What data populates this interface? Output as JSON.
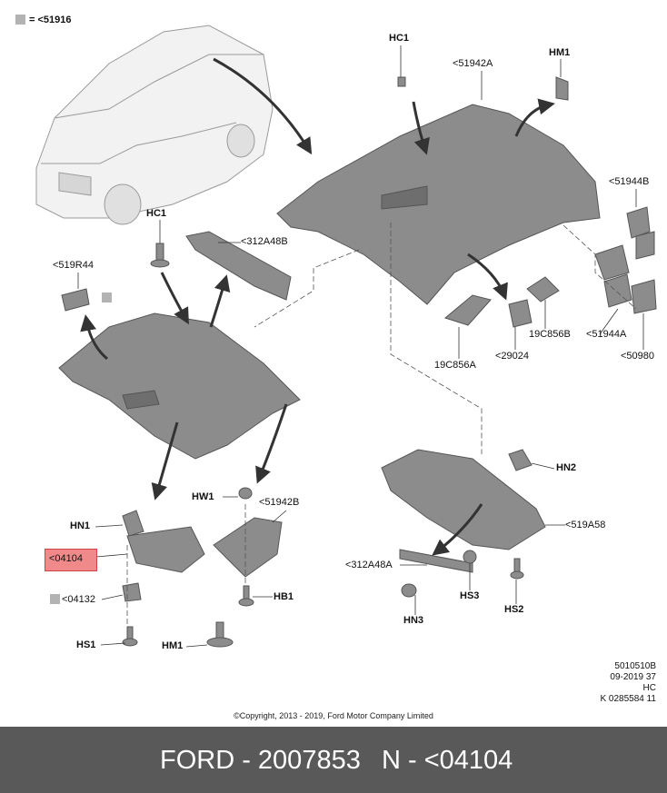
{
  "legend": {
    "text": "= <51916"
  },
  "labels": {
    "hc1_top": "HC1",
    "p51942a": "<51942A",
    "hm1_top": "HM1",
    "p51944b": "<51944B",
    "hc1_left": "HC1",
    "p312a48b": "<312A48B",
    "p519r44": "<519R44",
    "p19c856b": "19C856B",
    "p29024": "<29024",
    "p51944a": "<51944A",
    "p50980": "<50980",
    "p19c856a": "19C856A",
    "hw1": "HW1",
    "p51942b": "<51942B",
    "hn1": "HN1",
    "p04104": "<04104",
    "p04132": "<04132",
    "hb1": "HB1",
    "hs1": "HS1",
    "hm1_bottom": "HM1",
    "hn2": "HN2",
    "p519a58": "<519A58",
    "p312a48a": "<312A48A",
    "hs3": "HS3",
    "hn3": "HN3",
    "hs2": "HS2"
  },
  "meta": [
    "5010510B",
    "09-2019 37",
    "HC",
    "K 0285584 11"
  ],
  "copyright": "©Copyright, 2013 - 2019, Ford Motor Company Limited",
  "footer": {
    "left": "FORD - 2007853",
    "right": "N - <04104"
  },
  "colors": {
    "highlight": "#f08a8a",
    "footer_bg": "#595959",
    "part_fill": "#8c8c8c",
    "legend": "#b3b3b3"
  }
}
